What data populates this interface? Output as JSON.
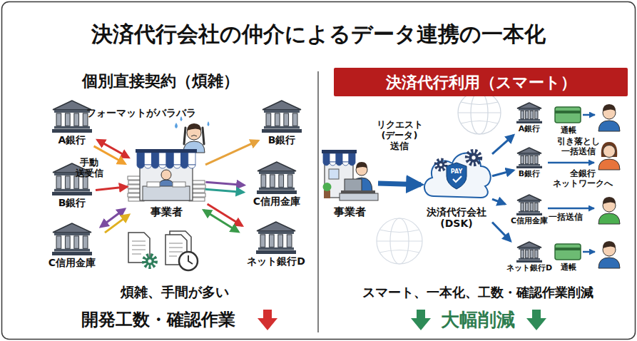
{
  "diagram": {
    "title": "決済代行会社の仲介によるデータ連携の一本化",
    "nodes": [
      {
        "text": [
          "A銀行"
        ]
      },
      {
        "text": [
          "B銀行"
        ]
      },
      {
        "text": [
          "C信用金庫"
        ]
      },
      {
        "text": [
          "事業者"
        ]
      },
      {
        "text": [
          "B銀行"
        ]
      },
      {
        "text": [
          "C信用金庫"
        ]
      },
      {
        "text": [
          "ネット銀行D"
        ]
      },
      {
        "text": [
          "決済代行利用（スマート）"
        ]
      },
      {
        "text": [
          "事業者"
        ]
      },
      {
        "text": [
          "決済代行会社 (DSK)"
        ]
      },
      {
        "text": [
          "A銀行"
        ]
      },
      {
        "text": [
          "B銀行"
        ]
      },
      {
        "text": [
          "C信用金庫"
        ]
      },
      {
        "text": [
          "ネット銀行D"
        ]
      }
    ],
    "edges": [
      {
        "from": 0,
        "to": 3,
        "arrow": "both"
      },
      {
        "from": 0,
        "to": 3,
        "arrow": "to"
      },
      {
        "from": 1,
        "to": 3,
        "arrow": "to"
      },
      {
        "from": 2,
        "to": 3,
        "arrow": "both"
      },
      {
        "from": 2,
        "to": 3,
        "arrow": "to"
      },
      {
        "from": 3,
        "to": 4,
        "arrow": "to"
      },
      {
        "from": 3,
        "to": 5,
        "arrow": "to"
      },
      {
        "from": 3,
        "to": 5,
        "arrow": "to"
      },
      {
        "from": 3,
        "to": 6,
        "arrow": "to"
      },
      {
        "from": 3,
        "to": 6,
        "arrow": "both"
      },
      {
        "from": 8,
        "to": 9,
        "label": "リクエスト (データ) 送信",
        "arrow": "to"
      },
      {
        "from": 9,
        "to": 10,
        "arrow": "to"
      },
      {
        "from": 9,
        "to": 11,
        "arrow": "to"
      },
      {
        "from": 9,
        "to": 12,
        "arrow": "to"
      },
      {
        "from": 9,
        "to": 13,
        "arrow": "to"
      }
    ],
    "labels": [
      "個別直接契約（煩雑）",
      "フォーマットがバラバラ",
      "手動 送受信",
      "煩雑、手間が多い",
      "開発工数・確認作業",
      "PAY",
      "通帳",
      "引き落とし 一括送信",
      "全銀行 ネットワークへ",
      "一括送信",
      "通帳",
      "スマート、一本化、工数・確認作業削減",
      "大幅削減"
    ]
  }
}
